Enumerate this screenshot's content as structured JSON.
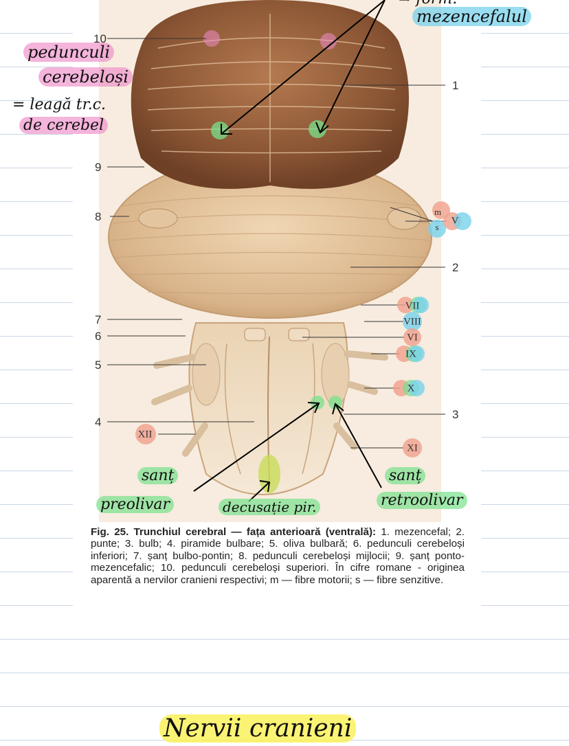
{
  "figure": {
    "labels_arabic": [
      "10",
      "9",
      "8",
      "7",
      "6",
      "5",
      "4",
      "1",
      "2",
      "3"
    ],
    "labels_roman": {
      "v": "V",
      "m": "m",
      "s": "s",
      "vii": "VII",
      "viii": "VIII",
      "vi": "VI",
      "ix": "IX",
      "x": "X",
      "xi": "XI",
      "xii": "XII"
    },
    "colors": {
      "pink": "#ee8cc8",
      "blue": "#78d2eb",
      "green": "#78e18c",
      "salmon": "#f0a08c",
      "yellow": "#faf050"
    }
  },
  "handwritten": {
    "pedunculi_line1": "pedunculi",
    "pedunculi_line2": "cerebeloși",
    "leaga_line": "= leagă tr.c.",
    "de_cerebel": "de cerebel",
    "form_line": "⇒ form.",
    "mezencefalul": "mezencefalul",
    "sant_pre_1": "sanț",
    "sant_pre_2": "preolivar",
    "decusatie": "decusație pir.",
    "sant_retro_1": "sanț",
    "sant_retro_2": "retroolivar",
    "nervi_cranieni": "Nervii cranieni"
  },
  "caption": {
    "title": "Fig. 25. Trunchiul cerebral — fața anterioară (ventrală):",
    "body": " 1. mezencefal; 2. punte; 3. bulb; 4. piramide bulbare; 5. oliva bulbară; 6. pedunculi cerebeloși inferiori; 7. șanț bulbo-pontin; 8. pedunculi cerebeloși mijlocii; 9. șanț ponto-mezencefalic; 10. pedunculi cerebeloși superiori. În cifre romane - originea aparentă a nervilor cranieni respectivi; m — fibre motorii; s — fibre senzitive."
  }
}
